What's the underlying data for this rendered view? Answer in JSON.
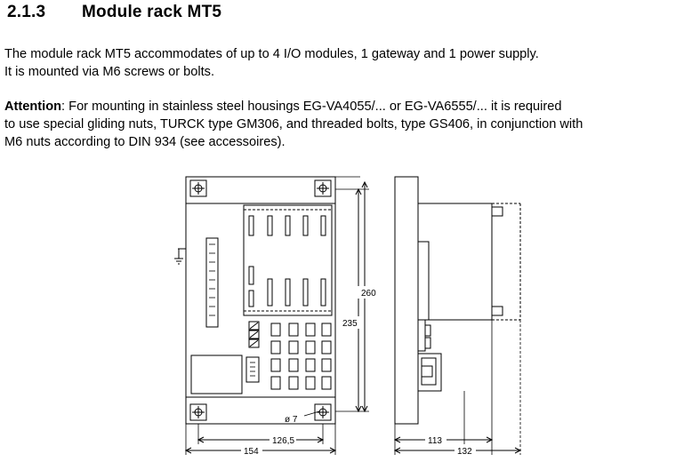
{
  "section": {
    "number": "2.1.3",
    "title": "Module rack MT5"
  },
  "paragraph1": {
    "line1": "The module rack MT5 accommodates of up to 4 I/O modules, 1 gateway and 1 power supply.",
    "line2": "It is mounted via M6 screws or bolts."
  },
  "paragraph2": {
    "label": "Attention",
    "line1": ": For mounting in stainless steel housings EG-VA4055/... or EG-VA6555/... it is required",
    "line2": "to use special gliding nuts, TURCK type GM306, and threaded bolts, type GS406, in conjunction with",
    "line3": "M6 nuts according to DIN 934 (see accessoires)."
  },
  "drawing": {
    "dim_height_total": "260",
    "dim_height_holes": "235",
    "dim_hole_diameter": "ø 7",
    "dim_width_holes": "126,5",
    "dim_width_total": "154",
    "dim_depth_body": "113",
    "dim_depth_total": "132"
  }
}
